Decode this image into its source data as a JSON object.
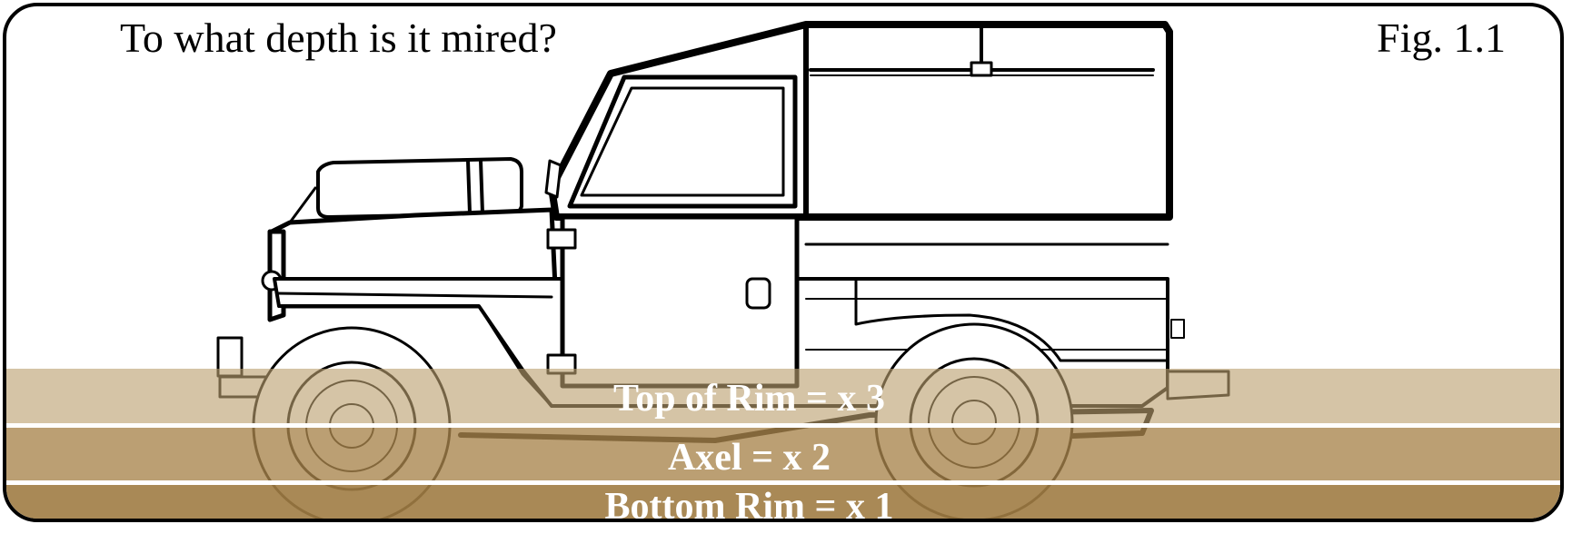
{
  "title": "To what depth is it mired?",
  "figure_label": "Fig. 1.1",
  "levels": [
    {
      "label": "Top of Rim = x 3",
      "multiplier": 3
    },
    {
      "label": "Axel = x 2",
      "multiplier": 2
    },
    {
      "label": "Bottom Rim = x 1",
      "multiplier": 1
    }
  ],
  "colors": {
    "frame": "#000000",
    "band_top": "#d3c1a2",
    "band_axel": "#b9976a",
    "band_bottom": "#ae8c5b",
    "label_text": "#ffffff"
  }
}
